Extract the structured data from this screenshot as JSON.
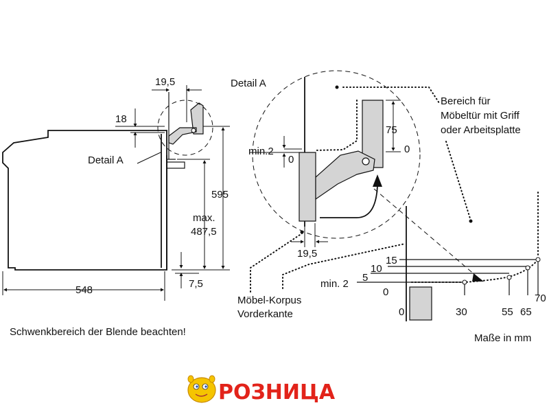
{
  "diagram": {
    "side_view": {
      "dim_top": "19,5",
      "dim_left": "18",
      "detail_label": "Detail A",
      "dim_height": "595",
      "dim_max_prefix": "max.",
      "dim_max_value": "487,5",
      "dim_depth": "548",
      "dim_bottom": "7,5"
    },
    "detail": {
      "title": "Detail A",
      "dim_75": "75",
      "dim_0_right": "0",
      "dim_min2": "min.2",
      "dim_0_left": "0",
      "dim_19_5": "19,5"
    },
    "door_area_label_line1": "Bereich für",
    "door_area_label_line2": "Möbeltür mit Griff",
    "door_area_label_line3": "oder Arbeitsplatte",
    "cabinet_label_line1": "Möbel-Korpus",
    "cabinet_label_line2": "Vorderkante",
    "swing_chart": {
      "y_labels": [
        "15",
        "10",
        "5",
        "min. 2",
        "0"
      ],
      "x_labels": [
        "0",
        "30",
        "55",
        "65",
        "70"
      ]
    },
    "note": "Schwenkbereich der Blende beachten!",
    "units": "Maße in mm"
  },
  "logo": {
    "text": "РОЗНИЦА",
    "color": "#e2231a"
  }
}
